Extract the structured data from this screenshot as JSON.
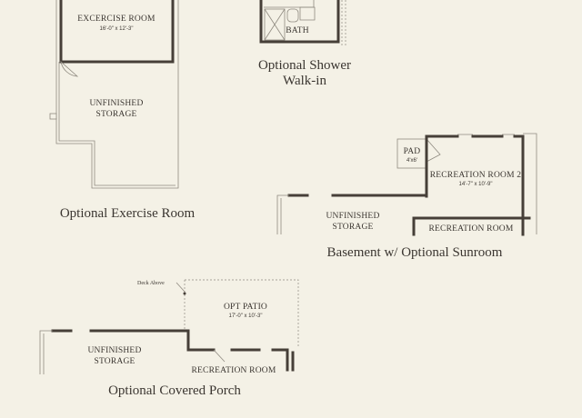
{
  "exercise": {
    "room": "EXCERCISE ROOM",
    "dims": "16'-0\" x 12'-3\"",
    "storage": [
      "UNFINISHED",
      "STORAGE"
    ],
    "caption": "Optional Exercise Room"
  },
  "shower": {
    "bath": "BATH",
    "caption": [
      "Optional Shower",
      "Walk-in"
    ]
  },
  "sunroom": {
    "pad": "PAD",
    "pad_dims": "4'x6'",
    "room2": "RECREATION ROOM 2",
    "room2_dims": "14'-7\" x 10'-9\"",
    "storage": [
      "UNFINISHED",
      "STORAGE"
    ],
    "recreation": "RECREATION ROOM",
    "caption": "Basement w/ Optional Sunroom"
  },
  "porch": {
    "deck_note": "Deck Above",
    "patio": "OPT PATIO",
    "patio_dims": "17'-0\" x 10'-3\"",
    "storage": [
      "UNFINISHED",
      "STORAGE"
    ],
    "recreation": "RECREATION ROOM",
    "caption": "Optional Covered Porch"
  }
}
